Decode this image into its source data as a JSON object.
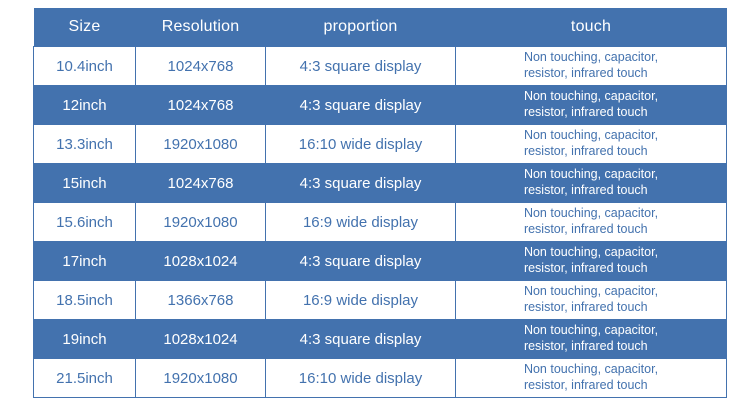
{
  "table": {
    "columns": [
      {
        "key": "size",
        "label": "Size"
      },
      {
        "key": "resolution",
        "label": "Resolution"
      },
      {
        "key": "proportion",
        "label": "proportion"
      },
      {
        "key": "touch",
        "label": "touch"
      }
    ],
    "rows": [
      {
        "size": "10.4inch",
        "resolution": "1024x768",
        "proportion": "4:3 square display",
        "touch": "Non touching, capacitor,\nresistor, infrared touch",
        "style": "light"
      },
      {
        "size": "12inch",
        "resolution": "1024x768",
        "proportion": "4:3 square display",
        "touch": "Non touching, capacitor,\nresistor, infrared touch",
        "style": "dark"
      },
      {
        "size": "13.3inch",
        "resolution": "1920x1080",
        "proportion": "16:10 wide display",
        "touch": "Non touching, capacitor,\nresistor, infrared touch",
        "style": "light"
      },
      {
        "size": "15inch",
        "resolution": "1024x768",
        "proportion": "4:3 square display",
        "touch": "Non touching, capacitor,\nresistor, infrared touch",
        "style": "dark"
      },
      {
        "size": "15.6inch",
        "resolution": "1920x1080",
        "proportion": "16:9 wide display",
        "touch": "Non touching, capacitor,\nresistor, infrared touch",
        "style": "light"
      },
      {
        "size": "17inch",
        "resolution": "1028x1024",
        "proportion": "4:3 square display",
        "touch": "Non touching, capacitor,\nresistor, infrared touch",
        "style": "dark"
      },
      {
        "size": "18.5inch",
        "resolution": "1366x768",
        "proportion": "16:9 wide display",
        "touch": "Non touching, capacitor,\nresistor, infrared touch",
        "style": "light"
      },
      {
        "size": "19inch",
        "resolution": "1028x1024",
        "proportion": "4:3 square display",
        "touch": "Non touching, capacitor,\nresistor, infrared touch",
        "style": "dark"
      },
      {
        "size": "21.5inch",
        "resolution": "1920x1080",
        "proportion": "16:10 wide display",
        "touch": "Non touching, capacitor,\nresistor, infrared touch",
        "style": "light"
      }
    ]
  },
  "colors": {
    "accent_blue": "#4372AE",
    "text_on_blue": "#FFFFFF",
    "text_on_white": "#4372AE",
    "page_background": "#FFFFFF"
  }
}
